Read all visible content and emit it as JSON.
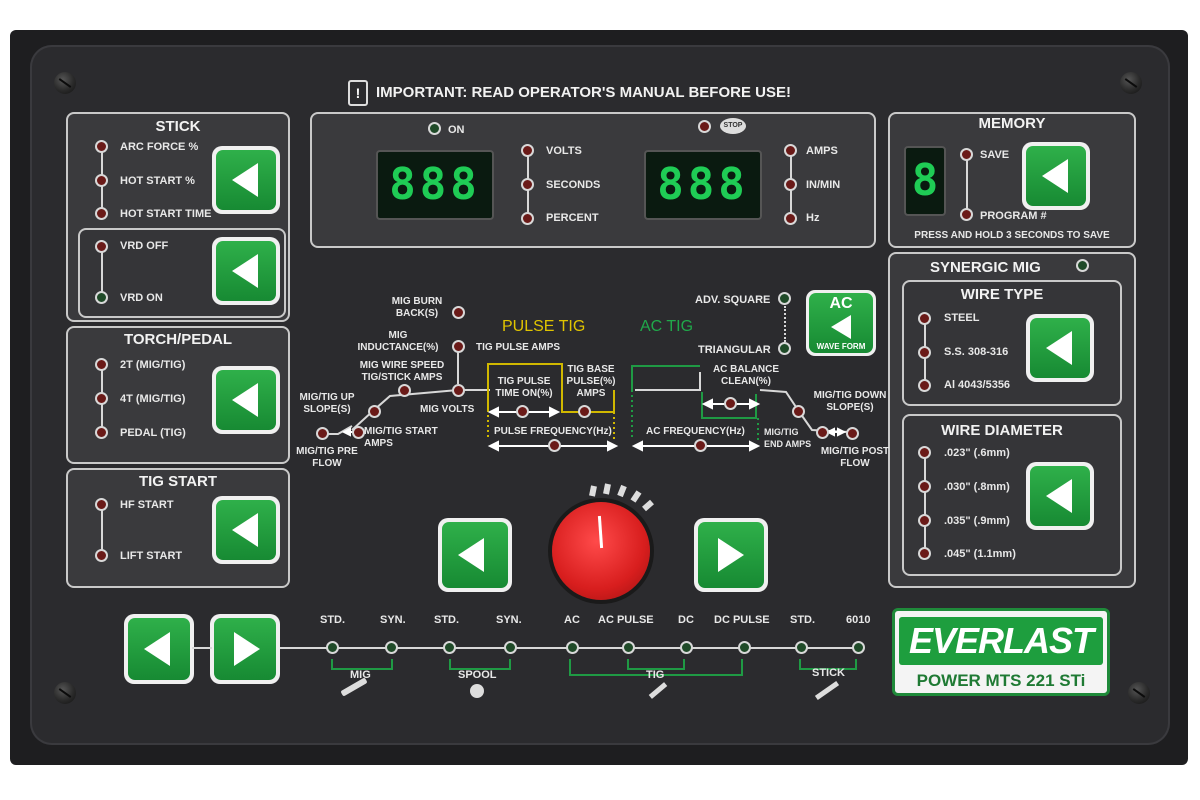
{
  "warning": {
    "text": "IMPORTANT: READ OPERATOR'S MANUAL BEFORE USE!"
  },
  "display": {
    "on_label": "ON",
    "stop_label": "STOP",
    "left_digits": "888",
    "right_digits": "888",
    "left_units": [
      "VOLTS",
      "SECONDS",
      "PERCENT"
    ],
    "right_units": [
      "AMPS",
      "IN/MIN",
      "Hz"
    ]
  },
  "stick": {
    "title": "STICK",
    "items": [
      "ARC FORCE %",
      "HOT START %",
      "HOT START TIME"
    ]
  },
  "vrd": {
    "items": [
      "VRD OFF",
      "VRD ON"
    ]
  },
  "torch": {
    "title": "TORCH/PEDAL",
    "items": [
      "2T (MIG/TIG)",
      "4T (MIG/TIG)",
      "PEDAL (TIG)"
    ]
  },
  "tigstart": {
    "title": "TIG START",
    "items": [
      "HF START",
      "LIFT START"
    ]
  },
  "memory": {
    "title": "MEMORY",
    "digit": "8",
    "save": "SAVE",
    "program": "PROGRAM #",
    "note": "PRESS AND HOLD 3 SECONDS TO SAVE"
  },
  "synergic": {
    "title": "SYNERGIC MIG"
  },
  "wiretype": {
    "title": "WIRE TYPE",
    "items": [
      "STEEL",
      "S.S. 308-316",
      "Al 4043/5356"
    ]
  },
  "wirediam": {
    "title": "WIRE DIAMETER",
    "items": [
      ".023\" (.6mm)",
      ".030\" (.8mm)",
      ".035\" (.9mm)",
      ".045\" (1.1mm)"
    ]
  },
  "waveform": {
    "title": "AC",
    "sub": "WAVE FORM",
    "items": [
      "ADV. SQUARE",
      "TRIANGULAR"
    ]
  },
  "process": {
    "pulse_tig": "PULSE TIG",
    "ac_tig": "AC TIG",
    "mig_burnback": "MIG BURN BACK(S)",
    "mig_inductance": "MIG INDUCTANCE(%)",
    "mig_wire_speed": "MIG WIRE SPEED TIG/STICK AMPS",
    "tig_pulse_amps": "TIG PULSE AMPS",
    "mig_tig_upslope": "MIG/TIG UP SLOPE(S)",
    "mig_volts": "MIG VOLTS",
    "tig_pulse_time": "TIG PULSE TIME ON(%)",
    "tig_base_pulse": "TIG BASE PULSE(%) AMPS",
    "ac_balance": "AC BALANCE CLEAN(%)",
    "mig_tig_downslope": "MIG/TIG DOWN SLOPE(S)",
    "mig_tig_preflow": "MIG/TIG PRE FLOW",
    "mig_tig_startamps": "MIG/TIG START AMPS",
    "pulse_freq": "PULSE FREQUENCY(Hz)",
    "ac_freq": "AC FREQUENCY(Hz)",
    "mig_tig_endamps": "MIG/TIG END AMPS",
    "mig_tig_postflow": "MIG/TIG POST FLOW"
  },
  "modes": {
    "items": [
      "STD.",
      "SYN.",
      "STD.",
      "SYN.",
      "AC",
      "AC PULSE",
      "DC",
      "DC PULSE",
      "STD.",
      "6010"
    ],
    "groups": [
      "MIG",
      "SPOOL",
      "TIG",
      "STICK"
    ]
  },
  "brand": {
    "name": "EVERLAST",
    "model": "POWER MTS 221 STi"
  },
  "colors": {
    "panel": "#2b2b2e",
    "button_green": "#1e9e3e",
    "led_red": "#6a1a18",
    "pulse_tig": "#e0c400",
    "ac_tig": "#20a84a"
  }
}
